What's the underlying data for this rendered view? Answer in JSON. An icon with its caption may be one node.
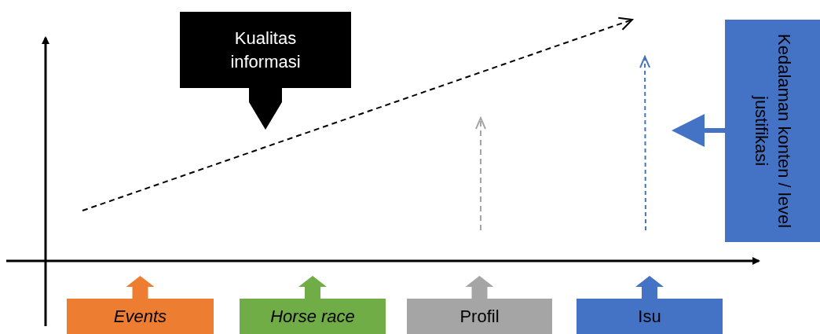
{
  "diagram": {
    "nodes": [
      {
        "text": [
          "Kualitas informasi"
        ]
      },
      {
        "text": [
          "Kedalaman konten / level justifikasi"
        ]
      },
      {
        "text": [
          "Events"
        ]
      },
      {
        "text": [
          "Horse race"
        ]
      },
      {
        "text": [
          "Profil"
        ]
      },
      {
        "text": [
          "Isu"
        ]
      }
    ],
    "edges": []
  }
}
